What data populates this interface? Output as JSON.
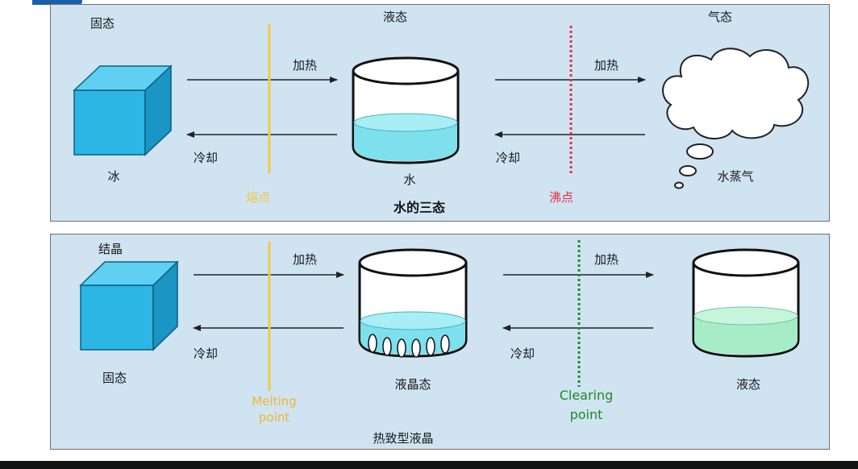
{
  "top": {
    "state_solid": "固态",
    "state_liquid": "液态",
    "state_gas": "气态",
    "heat_left": "加热",
    "heat_right": "加热",
    "cool_left": "冷却",
    "cool_right": "冷却",
    "ice": "冰",
    "water": "水",
    "vapor": "水蒸气",
    "melting_point": "熔点",
    "boiling_point": "沸点",
    "title": "水的三态"
  },
  "bottom": {
    "crystal": "结晶",
    "heat_left": "加热",
    "heat_right": "加热",
    "cool_left": "冷却",
    "cool_right": "冷却",
    "solid": "固态",
    "lc_state": "液晶态",
    "liquid": "液态",
    "melting_point_1": "Melting",
    "melting_point_2": "point",
    "clearing_point_1": "Clearing",
    "clearing_point_2": "point",
    "title": "热致型液晶"
  },
  "colors": {
    "panel_bg": "#cfe3f1",
    "cube": "#2bb6e4",
    "water": "#7ee0ec",
    "liquid_green": "#a6ecc6",
    "melting_line": "#f5c842",
    "boiling_line": "#e0304a",
    "clearing_line": "#1f8a2a"
  }
}
